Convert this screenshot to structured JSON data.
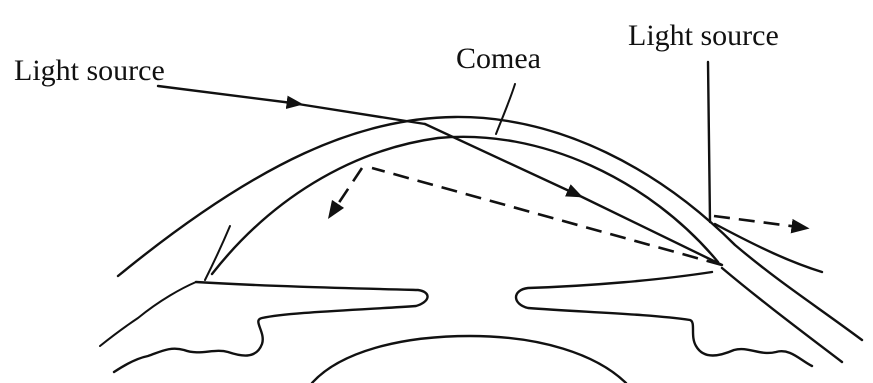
{
  "labels": {
    "light_source_left": "Light source",
    "cornea": "Comea",
    "light_source_right": "Light source"
  },
  "colors": {
    "ink": "#111111",
    "background": "#ffffff"
  }
}
